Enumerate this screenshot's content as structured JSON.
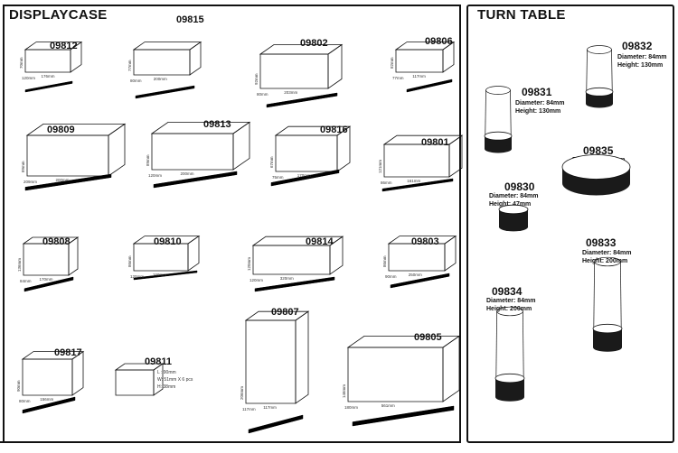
{
  "displaycase": {
    "title": "DISPLAYCASE",
    "items": [
      {
        "code": "09812",
        "dims": [
          "70mm",
          "176mm",
          "120mm"
        ]
      },
      {
        "code": "09815",
        "dims": [
          "77mm",
          "200mm",
          "80mm"
        ]
      },
      {
        "code": "09802",
        "dims": [
          "92mm",
          "203mm",
          "80mm"
        ]
      },
      {
        "code": "09806",
        "dims": [
          "82mm",
          "117mm",
          "77mm"
        ]
      },
      {
        "code": "09809",
        "dims": [
          "89mm",
          "200mm",
          "209mm"
        ]
      },
      {
        "code": "09813",
        "dims": [
          "89mm",
          "200mm",
          "120mm"
        ]
      },
      {
        "code": "09816",
        "dims": [
          "67mm",
          "170mm",
          "75mm"
        ]
      },
      {
        "code": "09801",
        "dims": [
          "121mm",
          "161mm",
          "86mm"
        ]
      },
      {
        "code": "09808",
        "dims": [
          "136mm",
          "170mm",
          "84mm"
        ]
      },
      {
        "code": "09810",
        "dims": [
          "86mm",
          "160mm",
          "120mm"
        ]
      },
      {
        "code": "09814",
        "dims": [
          "120mm",
          "320mm",
          "120mm"
        ]
      },
      {
        "code": "09803",
        "dims": [
          "86mm",
          "250mm",
          "90mm"
        ]
      },
      {
        "code": "09817",
        "dims": [
          "90mm",
          "156mm",
          "80mm"
        ]
      },
      {
        "code": "09811",
        "specs": [
          "L : 90mm",
          "W: 51mm  X 6 pcs",
          "H: 38mm"
        ]
      },
      {
        "code": "09807",
        "dims": [
          "206mm",
          "117mm",
          "117mm"
        ]
      },
      {
        "code": "09805",
        "dims": [
          "146mm",
          "561mm",
          "180mm"
        ]
      }
    ]
  },
  "turntable": {
    "title": "TURN TABLE",
    "items": [
      {
        "code": "09832",
        "diameter": "Diameter: 84mm",
        "height": "Height: 130mm"
      },
      {
        "code": "09831",
        "diameter": "Diameter: 84mm",
        "height": "Height: 130mm"
      },
      {
        "code": "09835",
        "diameter": "Diameter: 182mm",
        "height": "Height: 41mm"
      },
      {
        "code": "09830",
        "diameter": "Diameter: 84mm",
        "height": "Height: 47mm"
      },
      {
        "code": "09833",
        "diameter": "Diameter: 84mm",
        "height": "Height: 200mm"
      },
      {
        "code": "09834",
        "diameter": "Diameter: 84mm",
        "height": "Height: 200mm"
      }
    ]
  },
  "colors": {
    "line": "#111111",
    "base": "#1a1a1a",
    "glass": "#ffffff"
  }
}
